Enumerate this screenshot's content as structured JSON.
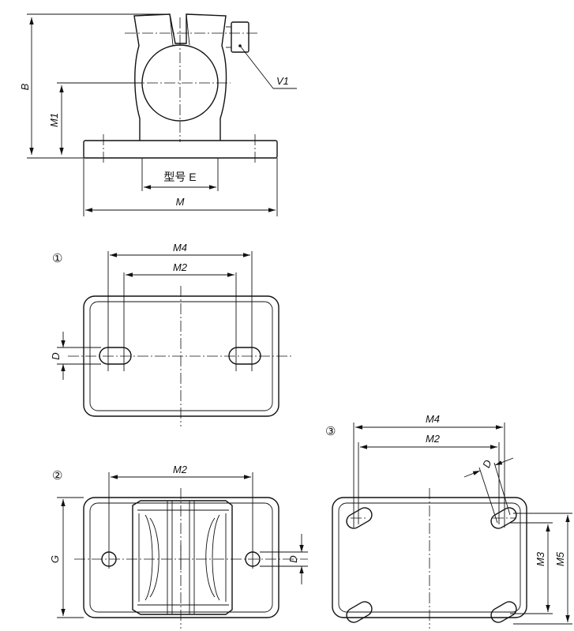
{
  "labels": {
    "B": "B",
    "M1": "M1",
    "V1": "V1",
    "E": "型号 E",
    "M": "M",
    "M4_a": "M4",
    "M2_a": "M2",
    "D_a": "D",
    "M2_b": "M2",
    "G": "G",
    "D_b": "D",
    "M4_c": "M4",
    "M2_c": "M2",
    "D_c": "D",
    "M3": "M3",
    "M5": "M5"
  },
  "views": {
    "v1": "①",
    "v2": "②",
    "v3": "③"
  }
}
